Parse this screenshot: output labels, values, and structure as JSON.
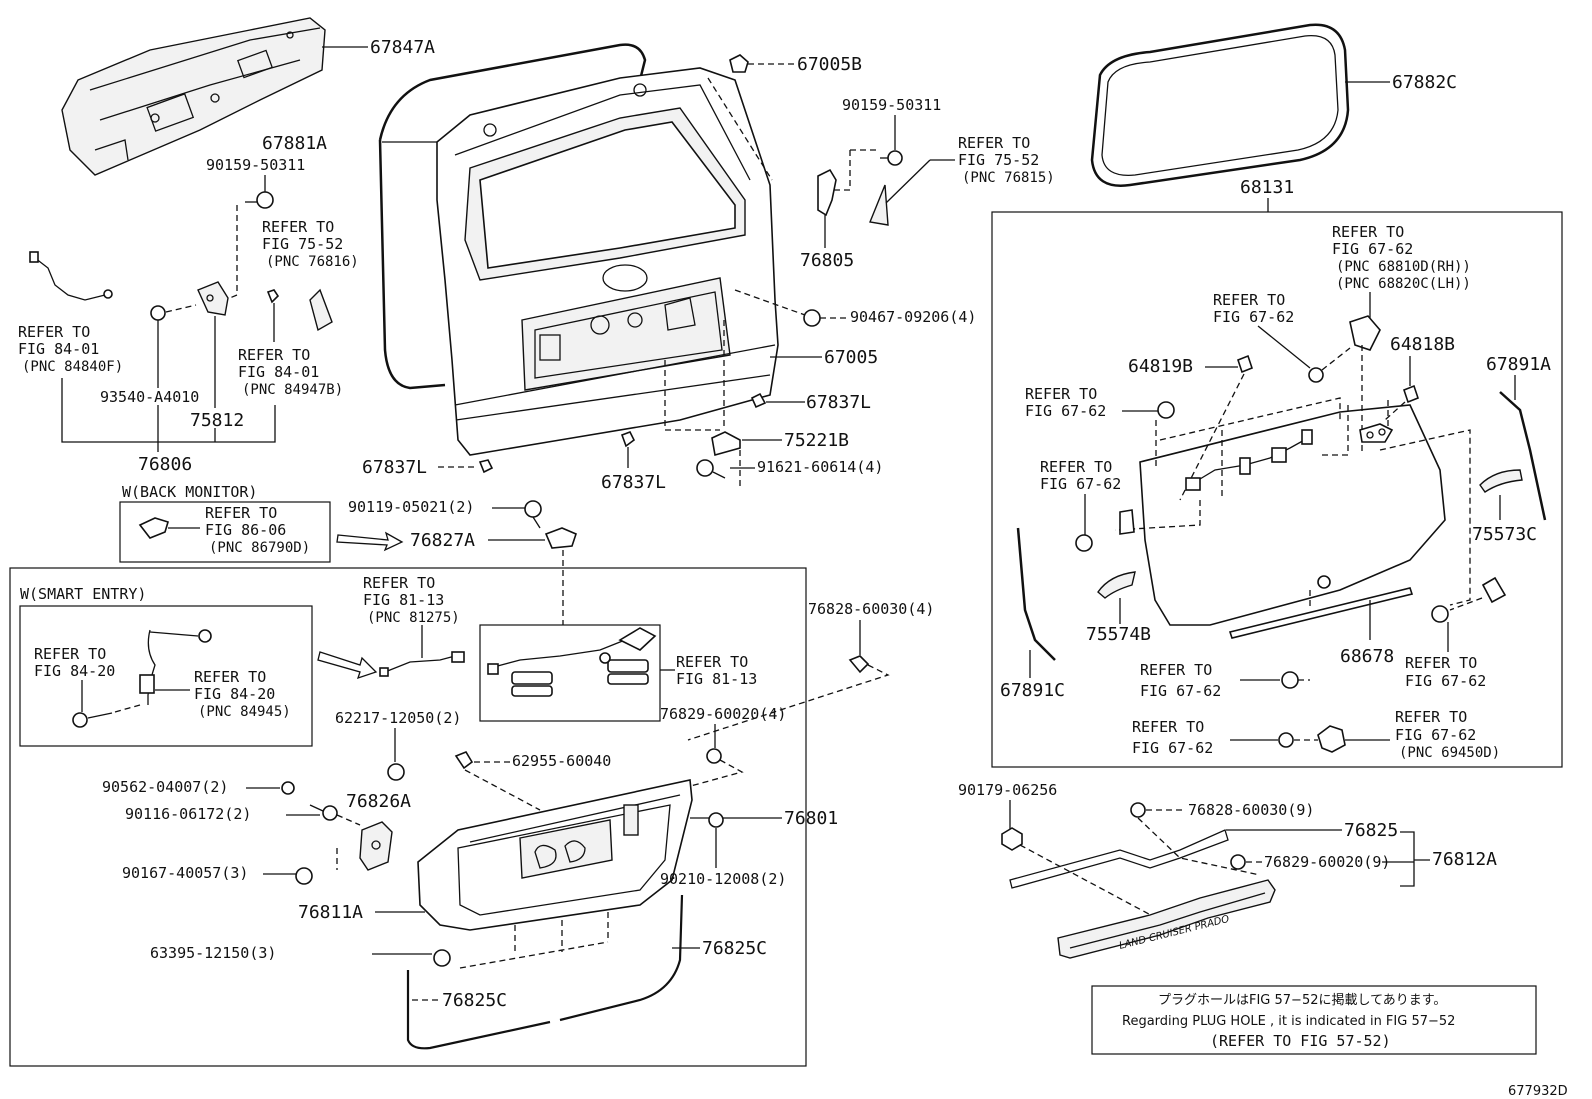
{
  "diagram": {
    "sheet_id": "677932D",
    "labels": {
      "p67847A": "67847A",
      "p67881A": "67881A",
      "p67005B": "67005B",
      "p90159_a": "90159-50311",
      "p90159_b": "90159-50311",
      "ref7552_816_1": "REFER TO",
      "ref7552_816_2": "FIG 75-52",
      "ref7552_816_3": "(PNC 76816)",
      "ref7552_815_1": "REFER TO",
      "ref7552_815_2": "FIG 75-52",
      "ref7552_815_3": "(PNC 76815)",
      "p76805": "76805",
      "p67882C": "67882C",
      "p68131": "68131",
      "ref8401_840_1": "REFER TO",
      "ref8401_840_2": "FIG 84-01",
      "ref8401_840_3": "(PNC 84840F)",
      "ref8401_947_1": "REFER TO",
      "ref8401_947_2": "FIG 84-01",
      "ref8401_947_3": "(PNC 84947B)",
      "p93540": "93540-A4010",
      "p75812": "75812",
      "p76806": "76806",
      "p90467": "90467-09206(4)",
      "p67005": "67005",
      "p67837L_a": "67837L",
      "p67837L_b": "67837L",
      "p67837L_c": "67837L",
      "p75221B": "75221B",
      "p91621": "91621-60614(4)",
      "w_back_monitor": "W(BACK MONITOR)",
      "ref8606_1": "REFER TO",
      "ref8606_2": "FIG 86-06",
      "ref8606_3": "(PNC 86790D)",
      "p90119": "90119-05021(2)",
      "p76827A": "76827A",
      "w_smart_entry": "W(SMART ENTRY)",
      "ref8420_a1": "REFER TO",
      "ref8420_a2": "FIG 84-20",
      "ref8420_b1": "REFER TO",
      "ref8420_b2": "FIG 84-20",
      "ref8420_b3": "(PNC 84945)",
      "ref8113_a1": "REFER TO",
      "ref8113_a2": "FIG 81-13",
      "ref8113_a3": "(PNC 81275)",
      "ref8113_b1": "REFER TO",
      "ref8113_b2": "FIG 81-13",
      "p76828_4": "76828-60030(4)",
      "p62217": "62217-12050(2)",
      "p76829_4": "76829-60020(4)",
      "p62955": "62955-60040",
      "p90562": "90562-04007(2)",
      "p90116": "90116-06172(2)",
      "p76826A": "76826A",
      "p76801": "76801",
      "p90167": "90167-40057(3)",
      "p90210": "90210-12008(2)",
      "p76811A": "76811A",
      "p63395": "63395-12150(3)",
      "p76825C_a": "76825C",
      "p76825C_b": "76825C",
      "ref6762_hinge_1": "REFER TO",
      "ref6762_hinge_2": "FIG 67-62",
      "ref6762_hinge_3": "(PNC 68810D(RH))",
      "ref6762_hinge_4": "(PNC 68820C(LH))",
      "ref6762_a1": "REFER TO",
      "ref6762_a2": "FIG 67-62",
      "p64819B": "64819B",
      "p64818B": "64818B",
      "ref6762_b1": "REFER TO",
      "ref6762_b2": "FIG 67-62",
      "p67891A": "67891A",
      "ref6762_c1": "REFER TO",
      "ref6762_c2": "FIG 67-62",
      "p75573C": "75573C",
      "p75574B": "75574B",
      "p68678": "68678",
      "p67891C": "67891C",
      "ref6762_d1": "REFER TO",
      "ref6762_d2": "FIG 67-62",
      "ref6762_e1": "REFER TO",
      "ref6762_e2": "FIG 67-62",
      "ref6762_f1": "REFER TO",
      "ref6762_f2": "FIG 67-62",
      "ref6762_g1": "REFER TO",
      "ref6762_g2": "FIG 67-62",
      "ref6762_g3": "(PNC 69450D)",
      "p90179": "90179-06256",
      "p76828_9": "76828-60030(9)",
      "p76825": "76825",
      "p76829_9": "76829-60020(9)",
      "p76812A": "76812A",
      "note_jp": "プラグホールはFIG 57−52に掲載してあります。",
      "note_en": "Regarding PLUG HOLE , it is indicated in FIG 57−52",
      "note_ref": "(REFER TO FIG 57-52)",
      "emblem_text": "LAND CRUISER PRADO"
    }
  }
}
